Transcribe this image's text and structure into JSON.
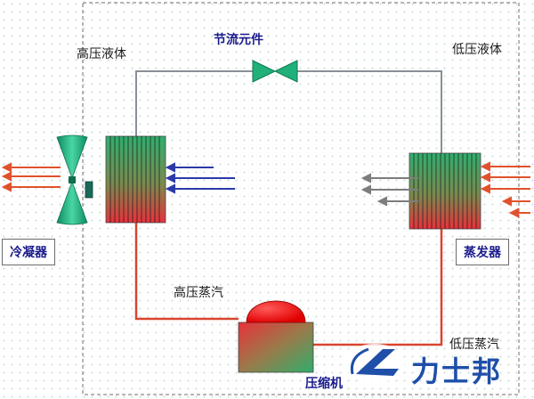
{
  "labels": {
    "throttle": "节流元件",
    "hp_liquid": "高压液体",
    "lp_liquid": "低压液体",
    "hp_vapor": "高压蒸汽",
    "lp_vapor": "低压蒸汽",
    "condenser": "冷凝器",
    "evaporator": "蒸发器",
    "compressor": "压缩机"
  },
  "logo": {
    "text": "力士邦"
  },
  "colors": {
    "pipe_liquid": "#8a8f96",
    "pipe_vapor": "#d9452f",
    "valve": "#22b07a",
    "arrow_orange": "#e0522d",
    "arrow_blue": "#2b3aa8",
    "arrow_gray": "#7d7d7d",
    "fan": "#1fae80",
    "compressor_top": "#ff1a1a",
    "logo_blue": "#1f4fa8"
  }
}
